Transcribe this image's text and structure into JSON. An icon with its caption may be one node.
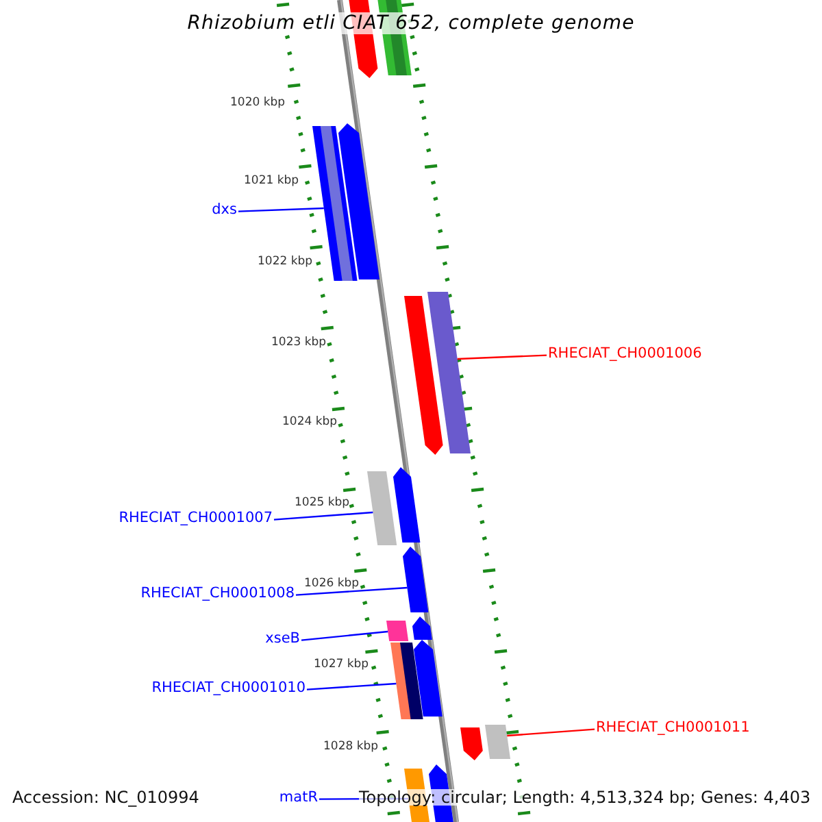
{
  "diagram": {
    "title": "Rhizobium etli CIAT 652, complete genome",
    "nodes": [
      {
        "text": [
          "dxs"
        ]
      },
      {
        "text": [],
        "shape": "bar"
      },
      {
        "text": [
          "RHECIAT_CH0001006"
        ]
      },
      {
        "text": [],
        "shape": "bar"
      },
      {
        "text": [
          "RHECIAT_CH0001007"
        ]
      },
      {
        "text": [],
        "shape": "bar"
      },
      {
        "text": [
          "RHECIAT_CH0001008"
        ]
      },
      {
        "text": [],
        "shape": "bar"
      },
      {
        "text": [
          "xseB"
        ]
      },
      {
        "text": [],
        "shape": "bar"
      },
      {
        "text": [
          "RHECIAT_CH0001010"
        ]
      },
      {
        "text": [],
        "shape": "bar"
      },
      {
        "text": [
          "RHECIAT_CH0001011"
        ]
      },
      {
        "text": [],
        "shape": "bar"
      },
      {
        "text": [
          "matR"
        ]
      },
      {
        "text": [],
        "shape": "bar"
      },
      {
        "text": [],
        "shape": "bar"
      },
      {
        "text": [],
        "shape": "bar"
      },
      {
        "text": [],
        "shape": "bar"
      },
      {
        "text": [],
        "shape": "bar"
      },
      {
        "text": [],
        "shape": "bar"
      },
      {
        "text": [],
        "shape": "bar"
      },
      {
        "text": [],
        "shape": "bar"
      },
      {
        "text": [],
        "shape": "bar"
      },
      {
        "text": [],
        "shape": "bar"
      },
      {
        "text": [],
        "shape": "bar"
      }
    ],
    "edges": [
      {
        "from": 0,
        "to": 1,
        "arrow": "none"
      },
      {
        "from": 2,
        "to": 3,
        "arrow": "none",
        "color": "#ff0000"
      },
      {
        "from": 4,
        "to": 5,
        "arrow": "none"
      },
      {
        "from": 6,
        "to": 7,
        "arrow": "none"
      },
      {
        "from": 8,
        "to": 9,
        "arrow": "none"
      },
      {
        "from": 10,
        "to": 11,
        "arrow": "none"
      },
      {
        "from": 12,
        "to": 13,
        "arrow": "none",
        "color": "#ff0000"
      },
      {
        "from": 14,
        "to": 15,
        "arrow": "none"
      }
    ],
    "labels": [
      "1020 kbp",
      "1021 kbp",
      "1022 kbp",
      "1023 kbp",
      "1024 kbp",
      "1025 kbp",
      "1026 kbp",
      "1027 kbp",
      "1028 kbp",
      "Accession: NC_010994",
      "Topology: circular; Length: 4,513,324 bp; Genes: 4,403"
    ]
  }
}
